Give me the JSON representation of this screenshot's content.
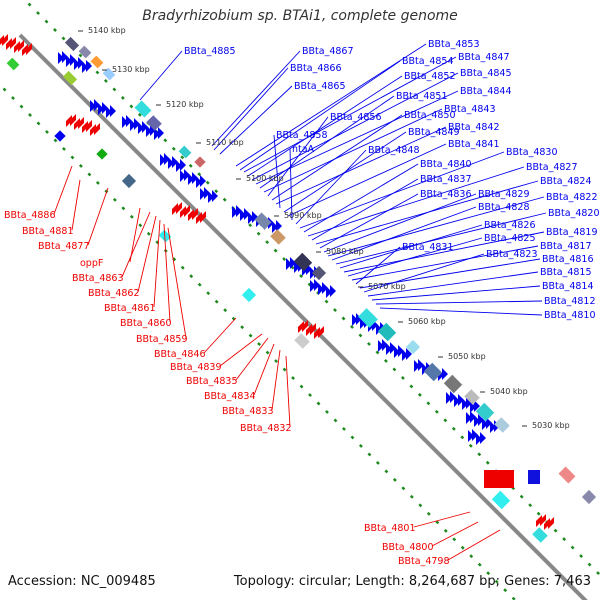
{
  "title": "Bradyrhizobium sp. BTAi1, complete genome",
  "footer": {
    "accession": "Accession: NC_009485",
    "topology": "Topology: circular; Length: 8,264,687 bp; Genes: 7,463"
  },
  "colors": {
    "forward": "#0000ee",
    "reverse": "#ee0000",
    "backbone": "#888888",
    "tick": "#1f8a1f"
  },
  "kbp_labels": [
    "5140 kbp",
    "5130 kbp",
    "5120 kbp",
    "5110 kbp",
    "5100 kbp",
    "5090 kbp",
    "5080 kbp",
    "5070 kbp",
    "5060 kbp",
    "5050 kbp",
    "5040 kbp",
    "5030 kbp"
  ],
  "blue_labels": [
    "BBta_4885",
    "BBta_4867",
    "BBta_4866",
    "BBta_4865",
    "BBta_4853",
    "BBta_4854",
    "BBta_4847",
    "BBta_4852",
    "BBta_4845",
    "BBta_4844",
    "BBta_4851",
    "BBta_4843",
    "BBta_4856",
    "BBta_4850",
    "BBta_4842",
    "BBta_4858",
    "BBta_4849",
    "BBta_4841",
    "ntaA",
    "BBta_4848",
    "BBta_4830",
    "BBta_4840",
    "BBta_4827",
    "BBta_4837",
    "BBta_4824",
    "BBta_4836",
    "BBta_4829",
    "BBta_4822",
    "BBta_4828",
    "BBta_4820",
    "BBta_4826",
    "BBta_4819",
    "BBta_4825",
    "BBta_4817",
    "BBta_4831",
    "BBta_4816",
    "BBta_4823",
    "BBta_4815",
    "BBta_4814",
    "BBta_4812",
    "BBta_4810"
  ],
  "red_labels": [
    "BBta_4886",
    "BBta_4881",
    "BBta_4877",
    "oppF",
    "BBta_4863",
    "BBta_4862",
    "BBta_4861",
    "BBta_4860",
    "BBta_4859",
    "BBta_4846",
    "BBta_4839",
    "BBta_4835",
    "BBta_4834",
    "BBta_4833",
    "BBta_4832",
    "BBta_4801",
    "BBta_4800",
    "BBta_4798"
  ]
}
